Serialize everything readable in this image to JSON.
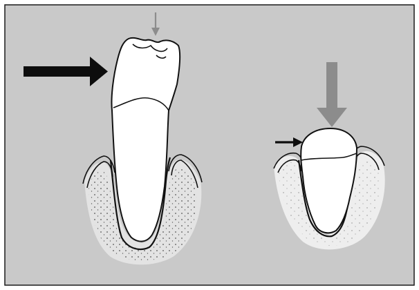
{
  "figure": {
    "background_color": "#c9c9c9",
    "border_color": "#1a1a1a",
    "tooth_fill": "#ffffff",
    "outline_color": "#111111",
    "bone_fill": "#e3e3e3",
    "reduced_bone_fill": "#eeeeee",
    "gray_arrow_color": "#8c8c8c",
    "black_arrow_color": "#0d0d0d"
  },
  "left_tooth": {
    "description_icon": "long-root-tooth-icon",
    "horizontal_force": "large",
    "vertical_force": "small"
  },
  "right_tooth": {
    "description_icon": "short-root-tooth-icon",
    "horizontal_force": "small",
    "vertical_force": "large"
  }
}
